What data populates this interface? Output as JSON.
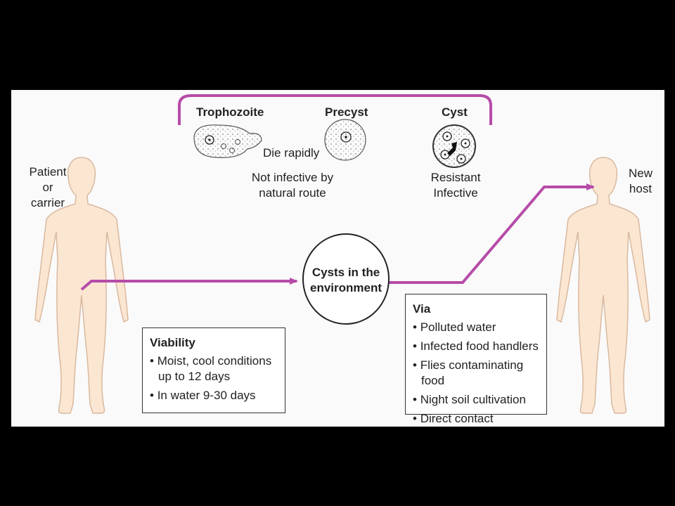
{
  "lifecycle": {
    "stages": [
      {
        "label": "Trophozoite"
      },
      {
        "label": "Precyst"
      },
      {
        "label": "Cyst"
      }
    ],
    "notes": {
      "die": "Die rapidly",
      "not_infective": "Not infective by natural route",
      "resistant": "Resistant Infective"
    }
  },
  "people": {
    "source": "Patient or carrier",
    "target": "New host"
  },
  "center": "Cysts in the environment",
  "viability": {
    "heading": "Viability",
    "items": [
      "Moist, cool conditions up to 12 days",
      "In water 9-30 days"
    ]
  },
  "via": {
    "heading": "Via",
    "items": [
      "Polluted water",
      "Infected food handlers",
      "Flies contaminating food",
      "Night soil cultivation",
      "Direct contact"
    ]
  },
  "colors": {
    "arrow": "#b64ca8",
    "skin": "#fbe6d2",
    "outline": "#333333",
    "panel": "#fbfafa"
  }
}
